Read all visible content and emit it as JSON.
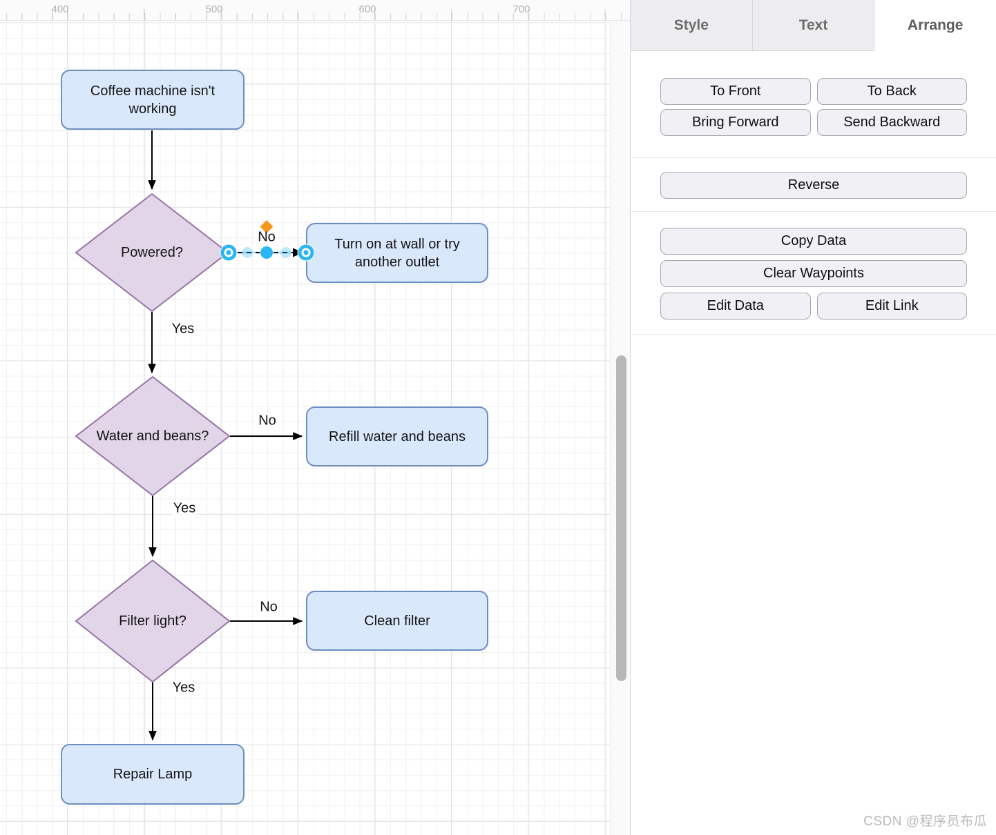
{
  "ruler": {
    "labels": [
      "400",
      "500",
      "600",
      "700"
    ]
  },
  "canvas": {
    "nodes": {
      "start": "Coffee machine isn't working",
      "powered": "Powered?",
      "outlet": "Turn on at wall or try another outlet",
      "water": "Water and beans?",
      "refill": "Refill water and beans",
      "filter": "Filter light?",
      "clean": "Clean filter",
      "repair": "Repair Lamp"
    },
    "edge_labels": {
      "no1": "No",
      "yes1": "Yes",
      "no2": "No",
      "yes2": "Yes",
      "no3": "No",
      "yes3": "Yes"
    },
    "colors": {
      "process_fill": "#dae8fc",
      "process_stroke": "#6c8ebf",
      "decision_fill": "#e1d5e7",
      "decision_stroke": "#9673a6",
      "selection_handle": "#29b6f2",
      "label_handle": "#f7981d"
    }
  },
  "panel": {
    "tabs": [
      {
        "label": "Style",
        "active": false
      },
      {
        "label": "Text",
        "active": false
      },
      {
        "label": "Arrange",
        "active": true
      }
    ],
    "arrange": {
      "to_front": "To Front",
      "to_back": "To Back",
      "bring_forward": "Bring Forward",
      "send_backward": "Send Backward",
      "reverse": "Reverse",
      "copy_data": "Copy Data",
      "clear_waypoints": "Clear Waypoints",
      "edit_data": "Edit Data",
      "edit_link": "Edit Link"
    }
  },
  "watermark": "CSDN @程序员布瓜"
}
